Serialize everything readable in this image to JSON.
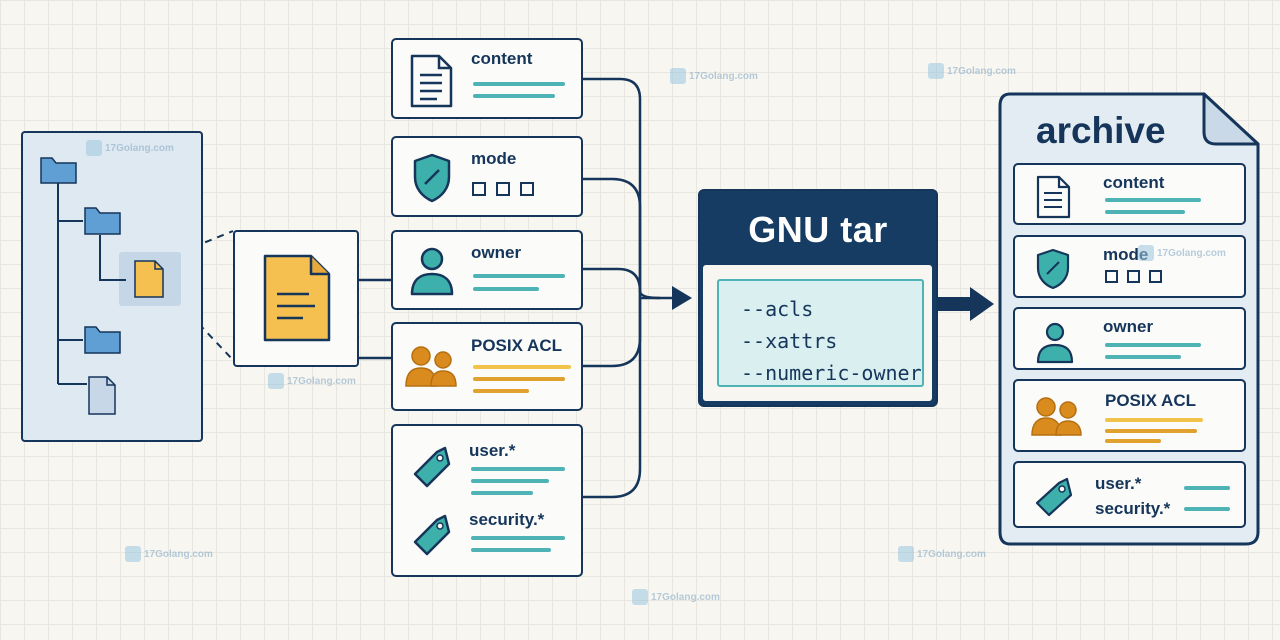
{
  "cards": {
    "content": "content",
    "mode": "mode",
    "owner": "owner",
    "posix_acl": "POSIX ACL",
    "xattr_user": "user.*",
    "xattr_security": "security.*"
  },
  "tar": {
    "title": "GNU tar",
    "flags": [
      "--acls",
      "--xattrs",
      "--numeric-owner"
    ]
  },
  "archive": {
    "title": "archive",
    "items": {
      "content": "content",
      "mode": "mode",
      "owner": "owner",
      "posix_acl": "POSIX ACL",
      "xattr_user": "user.*",
      "xattr_security": "security.*"
    }
  },
  "watermark": "17Golang.com",
  "colors": {
    "navy": "#15355a",
    "teal": "#4eb3b5",
    "orange": "#e0a12e",
    "folder_blue": "#5f9fd3",
    "file_yellow": "#f5c04f"
  },
  "icons": [
    "folder-icon",
    "file-icon",
    "document-icon",
    "shield-icon",
    "user-icon",
    "users-icon",
    "tag-icon",
    "arrow-icon"
  ]
}
